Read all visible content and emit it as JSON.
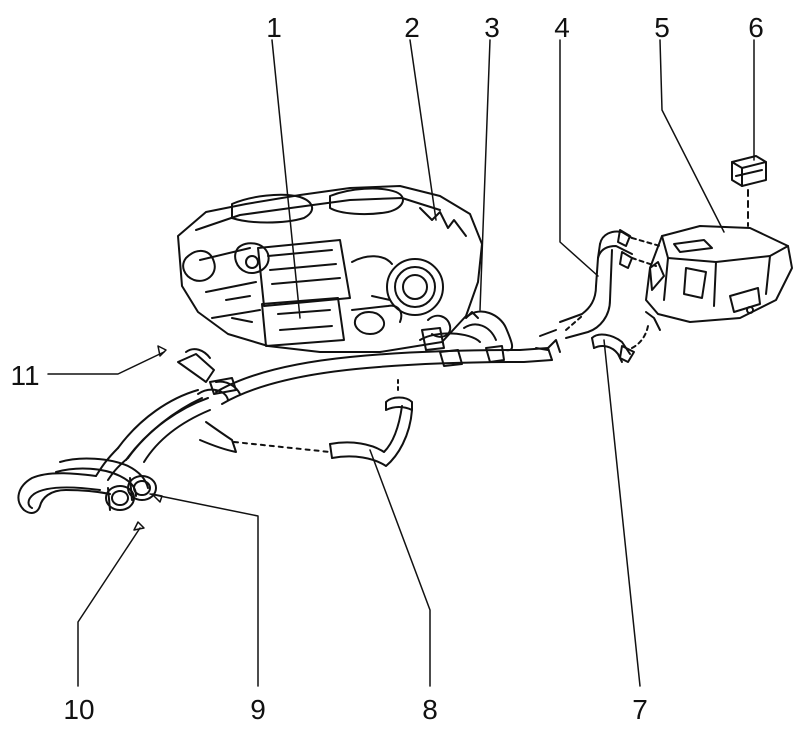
{
  "callouts": {
    "c1": "1",
    "c2": "2",
    "c3": "3",
    "c4": "4",
    "c5": "5",
    "c6": "6",
    "c7": "7",
    "c8": "8",
    "c9": "9",
    "c10": "10",
    "c11": "11"
  },
  "colors": {
    "ink": "#111111",
    "background": "#ffffff"
  }
}
